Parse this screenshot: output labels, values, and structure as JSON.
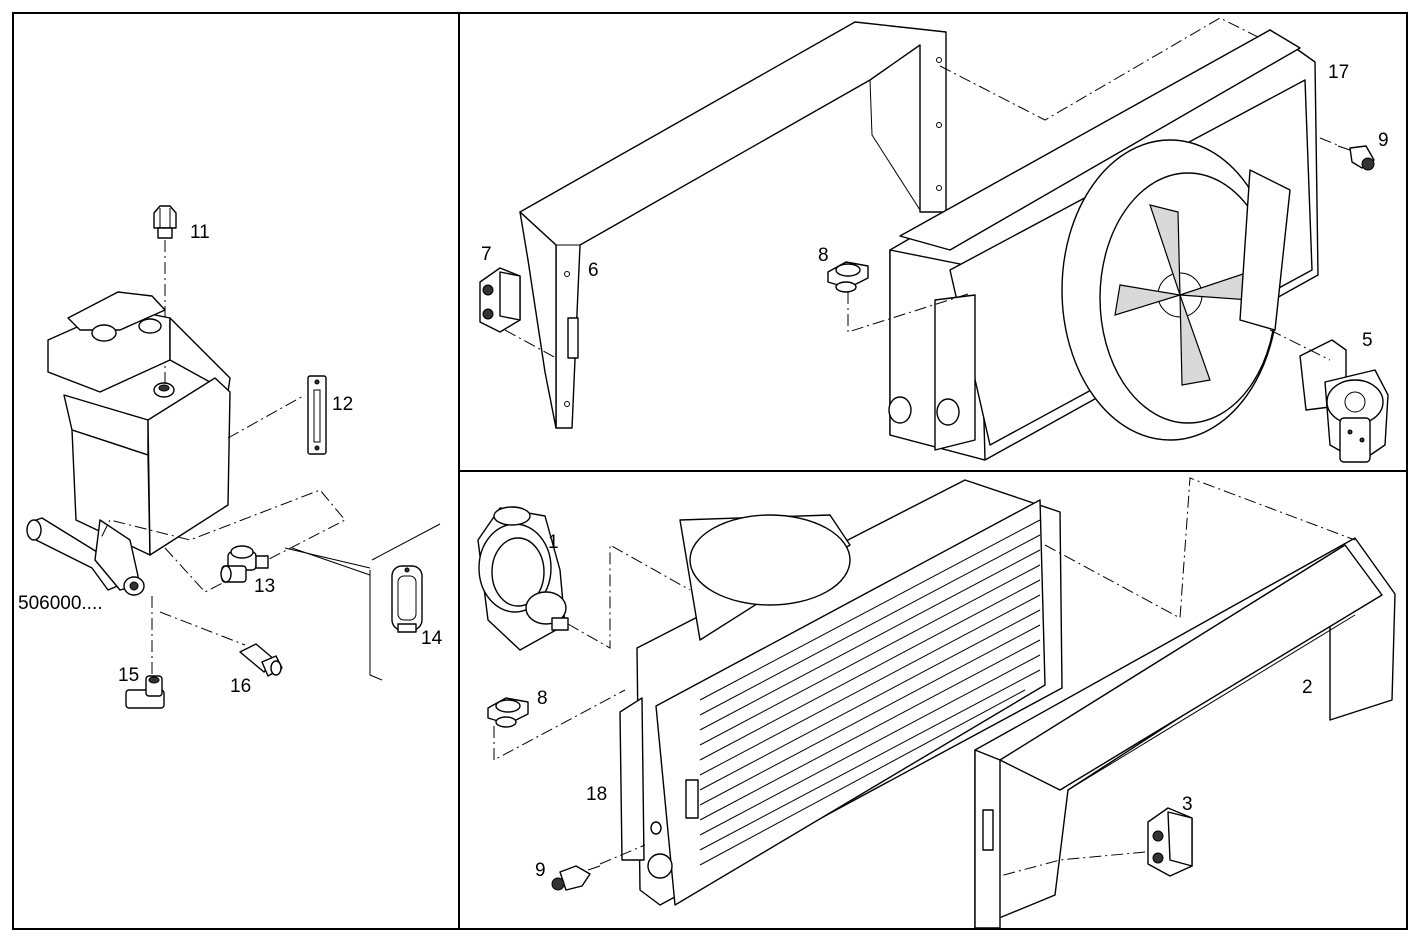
{
  "callouts": {
    "c1": "1",
    "c2": "2",
    "c3": "3",
    "c5": "5",
    "c6": "6",
    "c7": "7",
    "c8_top": "8",
    "c8_bottom": "8",
    "c9_top": "9",
    "c9_bottom": "9",
    "c11": "11",
    "c12": "12",
    "c13": "13",
    "c14": "14",
    "c15": "15",
    "c16": "16",
    "c17": "17",
    "c18": "18"
  },
  "reference_code": "506000...."
}
